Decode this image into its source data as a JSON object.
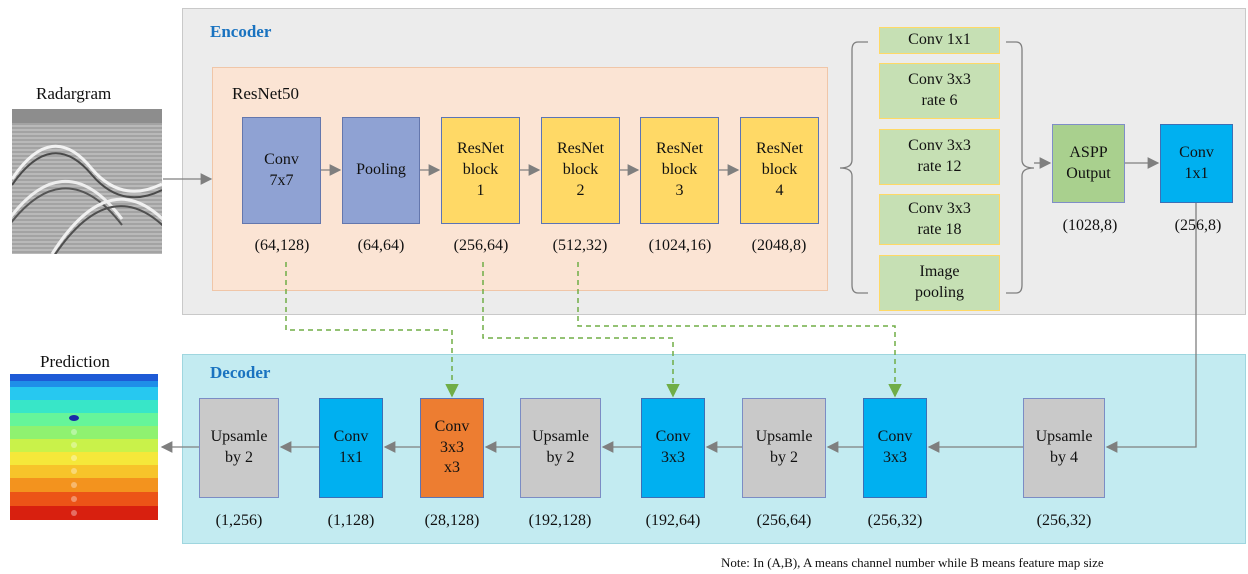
{
  "encoder": {
    "title": "Encoder",
    "input_label": "Radargram",
    "resnet_label": "ResNet50",
    "blocks": [
      {
        "label": "Conv\n7x7",
        "dim": "(64,128)"
      },
      {
        "label": "Pooling",
        "dim": "(64,64)"
      },
      {
        "label": "ResNet\nblock\n1",
        "dim": "(256,64)"
      },
      {
        "label": "ResNet\nblock\n2",
        "dim": "(512,32)"
      },
      {
        "label": "ResNet\nblock\n3",
        "dim": "(1024,16)"
      },
      {
        "label": "ResNet\nblock\n4",
        "dim": "(2048,8)"
      }
    ],
    "aspp_branches": [
      "Conv 1x1",
      "Conv 3x3\nrate 6",
      "Conv 3x3\nrate 12",
      "Conv 3x3\nrate 18",
      "Image\npooling"
    ],
    "aspp_output": {
      "label": "ASPP\nOutput",
      "dim": "(1028,8)"
    },
    "conv_out": {
      "label": "Conv\n1x1",
      "dim": "(256,8)"
    }
  },
  "decoder": {
    "title": "Decoder",
    "output_label": "Prediction",
    "blocks": [
      {
        "label": "Upsamle\nby 2",
        "dim": "(1,256)"
      },
      {
        "label": "Conv\n1x1",
        "dim": "(1,128)"
      },
      {
        "label": "Conv\n3x3\nx3",
        "dim": "(28,128)"
      },
      {
        "label": "Upsamle\nby 2",
        "dim": "(192,128)"
      },
      {
        "label": "Conv\n3x3",
        "dim": "(192,64)"
      },
      {
        "label": "Upsamle\nby 2",
        "dim": "(256,64)"
      },
      {
        "label": "Conv\n3x3",
        "dim": "(256,32)"
      },
      {
        "label": "Upsamle\nby 4",
        "dim": "(256,32)"
      }
    ]
  },
  "note": "Note: In (A,B), A means channel number while B means feature map size",
  "colors": {
    "encoder_bg": "#ececec",
    "decoder_bg": "#c3ebf1",
    "resnet_bg": "#fbe4d4",
    "title": "#1a73c0",
    "skip_line": "#70ad47",
    "arrow": "#7f7f7f"
  }
}
